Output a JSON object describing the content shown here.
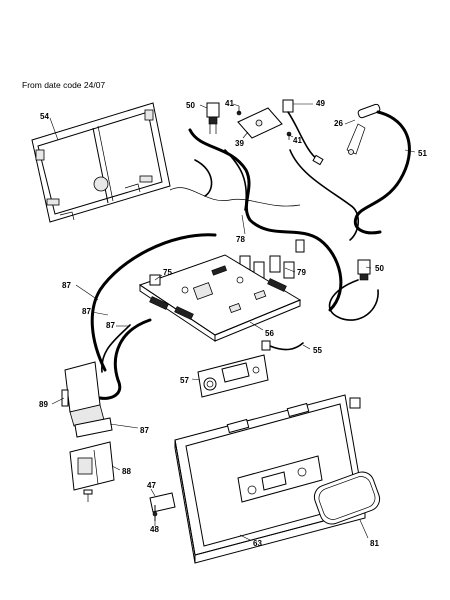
{
  "header_note": "From date code 24/07",
  "callouts": {
    "c54": "54",
    "c50a": "50",
    "c41a": "41",
    "c39": "39",
    "c41b": "41",
    "c49": "49",
    "c26": "26",
    "c51": "51",
    "c78": "78",
    "c75": "75",
    "c79": "79",
    "c50b": "50",
    "c87a": "87",
    "c87b": "87",
    "c87c": "87",
    "c56": "56",
    "c55": "55",
    "c57": "57",
    "c89": "89",
    "c87d": "87",
    "c88": "88",
    "c47": "47",
    "c48": "48",
    "c63": "63",
    "c81": "81"
  }
}
